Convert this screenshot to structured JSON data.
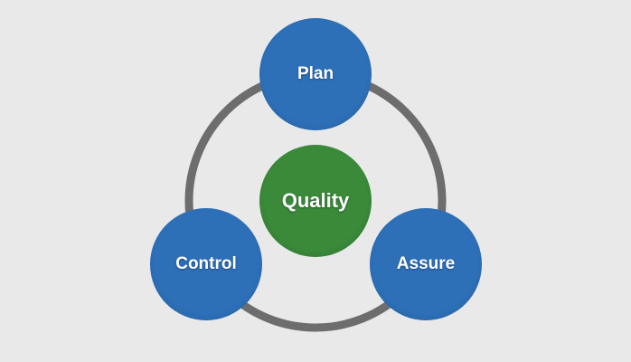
{
  "diagram": {
    "center_label": "Quality",
    "nodes": [
      {
        "label": "Plan"
      },
      {
        "label": "Control"
      },
      {
        "label": "Assure"
      }
    ]
  },
  "colors": {
    "background": "#e9e9e9",
    "blue_node": "#2d70b8",
    "green_node": "#3a8a3a",
    "ring": "#6d6d6d"
  }
}
